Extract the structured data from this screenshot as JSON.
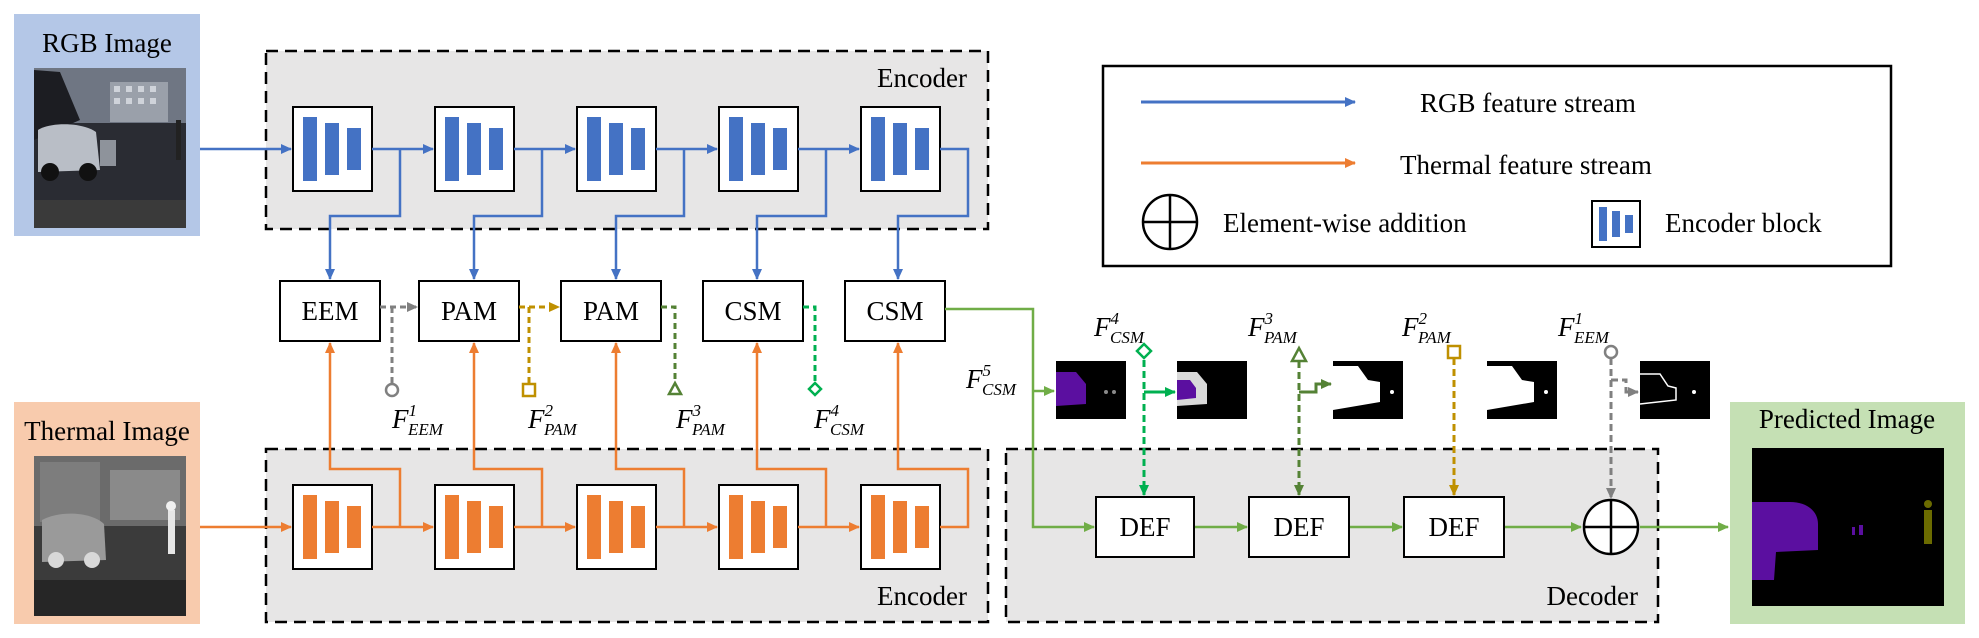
{
  "inputs": {
    "rgb_title": "RGB Image",
    "thermal_title": "Thermal Image",
    "predicted_title": "Predicted Image"
  },
  "stages": {
    "encoder_top": "Encoder",
    "encoder_bottom": "Encoder",
    "decoder": "Decoder"
  },
  "modules": {
    "eem": "EEM",
    "pam1": "PAM",
    "pam2": "PAM",
    "csm1": "CSM",
    "csm2": "CSM",
    "def1": "DEF",
    "def2": "DEF",
    "def3": "DEF"
  },
  "features": {
    "f_eem_1": {
      "base": "F",
      "sup": "1",
      "sub": "EEM"
    },
    "f_pam_2": {
      "base": "F",
      "sup": "2",
      "sub": "PAM"
    },
    "f_pam_3": {
      "base": "F",
      "sup": "3",
      "sub": "PAM"
    },
    "f_csm_4": {
      "base": "F",
      "sup": "4",
      "sub": "CSM"
    },
    "f_csm_5": {
      "base": "F",
      "sup": "5",
      "sub": "CSM"
    },
    "d_csm_4": {
      "base": "F",
      "sup": "4",
      "sub": "CSM"
    },
    "d_pam_3": {
      "base": "F",
      "sup": "3",
      "sub": "PAM"
    },
    "d_pam_2": {
      "base": "F",
      "sup": "2",
      "sub": "PAM"
    },
    "d_eem_1": {
      "base": "F",
      "sup": "1",
      "sub": "EEM"
    }
  },
  "legend": {
    "rgb_stream": "RGB feature stream",
    "thermal_stream": "Thermal feature stream",
    "addition": "Element-wise addition",
    "encoder_block": "Encoder block"
  },
  "colors": {
    "rgb": "#4472C4",
    "thermal": "#ED7D31",
    "green": "#70AD47",
    "dark_green": "#548235",
    "bright_green": "#00B050",
    "gold": "#BF9000",
    "gray": "#808080",
    "panel": "#E7E6E6",
    "rgb_input_bg": "#B4C7E7",
    "thermal_input_bg": "#F8CBAD",
    "predicted_bg": "#C5E0B4",
    "segmentation_car": "#5B0FA0"
  }
}
